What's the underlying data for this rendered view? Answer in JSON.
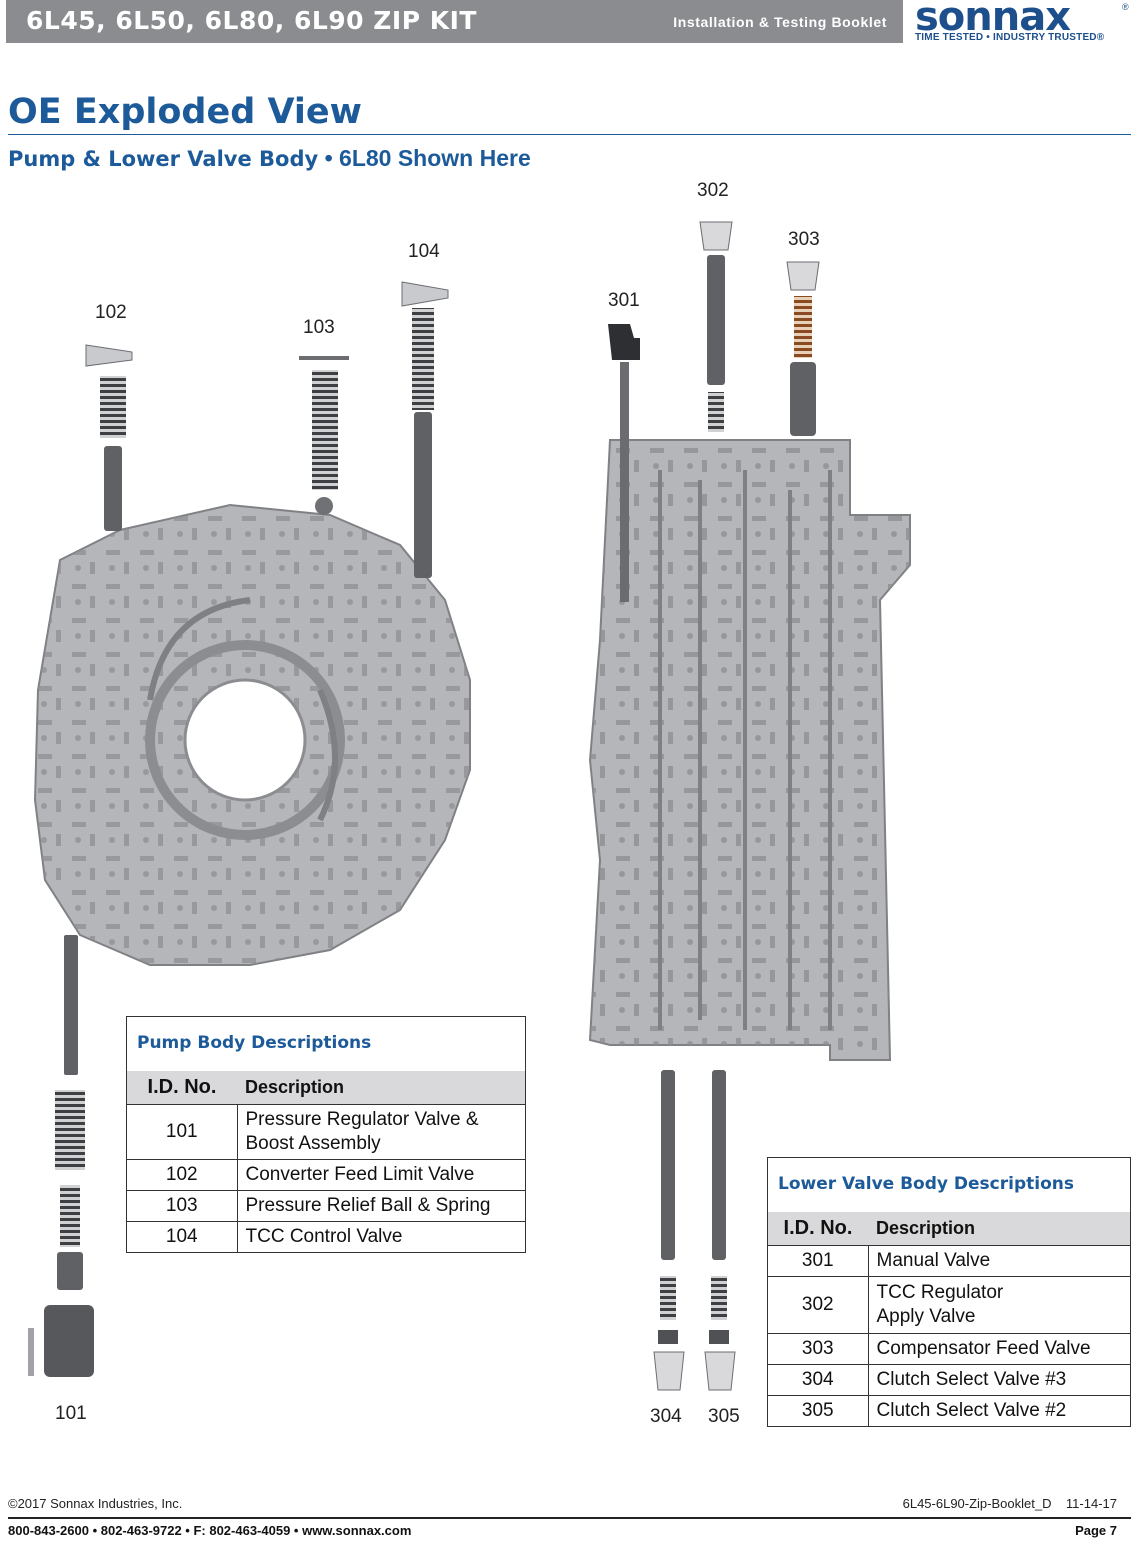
{
  "header": {
    "title": "6L45, 6L50, 6L80, 6L90 ZIP KIT",
    "subtitle": "Installation & Testing Booklet",
    "brand": "sonnax",
    "brand_reg": "®",
    "tagline": "TIME TESTED • INDUSTRY TRUSTED®"
  },
  "page": {
    "title": "OE Exploded View",
    "subtitle_bold": "Pump & Lower Valve Body",
    "subtitle_sep": " • ",
    "subtitle_rest": "6L80 Shown Here"
  },
  "callouts": {
    "c101": "101",
    "c102": "102",
    "c103": "103",
    "c104": "104",
    "c301": "301",
    "c302": "302",
    "c303": "303",
    "c304": "304",
    "c305": "305"
  },
  "pump_table": {
    "title": "Pump Body Descriptions",
    "col_id": "I.D. No.",
    "col_desc": "Description",
    "rows": [
      {
        "id": "101",
        "desc_1": "Pressure Regulator Valve &",
        "desc_2": "Boost Assembly"
      },
      {
        "id": "102",
        "desc_1": "Converter Feed Limit Valve"
      },
      {
        "id": "103",
        "desc_1": "Pressure Relief Ball & Spring"
      },
      {
        "id": "104",
        "desc_1": "TCC Control Valve"
      }
    ]
  },
  "lower_table": {
    "title": "Lower Valve Body Descriptions",
    "col_id": "I.D. No.",
    "col_desc": "Description",
    "rows": [
      {
        "id": "301",
        "desc_1": "Manual Valve"
      },
      {
        "id": "302",
        "desc_1": "TCC Regulator",
        "desc_2": "Apply Valve"
      },
      {
        "id": "303",
        "desc_1": "Compensator Feed Valve"
      },
      {
        "id": "304",
        "desc_1": "Clutch Select Valve #3"
      },
      {
        "id": "305",
        "desc_1": "Clutch Select Valve #2"
      }
    ]
  },
  "footer": {
    "copyright": "©2017 Sonnax Industries, Inc.",
    "doc_id": "6L45-6L90-Zip-Booklet_D    11-14-17",
    "contact": "800-843-2600 • 802-463-9722 • F: 802-463-4059 • www.sonnax.com",
    "page": "Page 7"
  },
  "colors": {
    "brand_blue": "#1c5a99",
    "header_gray": "#8a8c8f",
    "part_gray": "#b4b6ba"
  }
}
